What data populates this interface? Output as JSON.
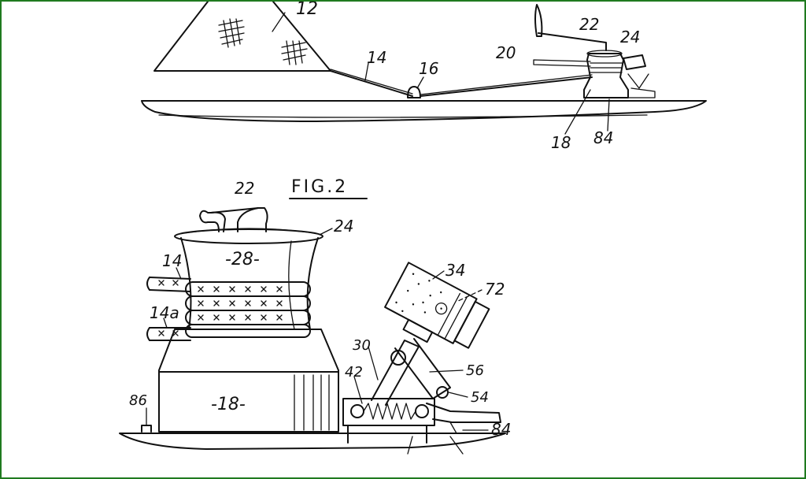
{
  "figure": {
    "caption": "FIG.2",
    "border_color": "#1f7a1f"
  },
  "fig1_labels": {
    "sail": "12",
    "line": "14",
    "fairlead": "16",
    "winch_base": "18",
    "line_in": "20",
    "handle": "22",
    "drum_top": "24",
    "deck": "84"
  },
  "fig2_labels": {
    "handle": "22",
    "drum_top": "24",
    "drum": "-28-",
    "line": "14",
    "line_tail": "14a",
    "base": "-18-",
    "bolt": "86",
    "motor": "34",
    "motor_mount": "72",
    "pivot": "30",
    "spring": "42",
    "arm": "56",
    "linkage": "54",
    "deck": "84"
  }
}
